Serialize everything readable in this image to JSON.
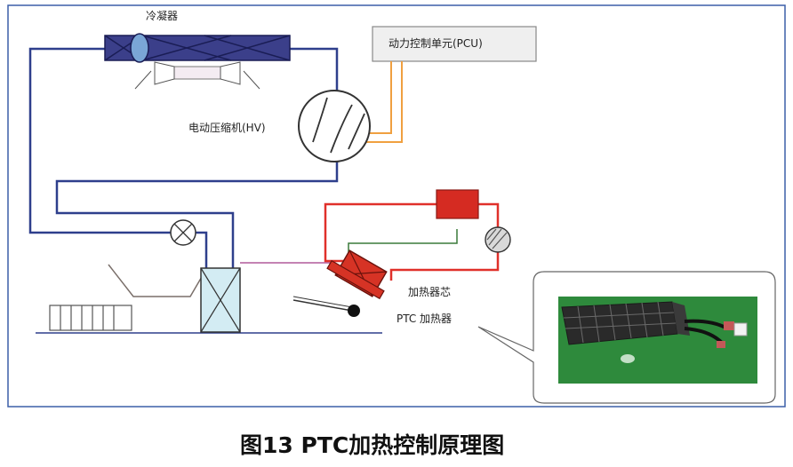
{
  "labels": {
    "condenser": "冷凝器",
    "pcu": "动力控制单元(PCU)",
    "compressor": "电动压缩机(HV)",
    "heater_core": "加热器芯",
    "ptc_heater": "PTC 加热器"
  },
  "caption": "图13 PTC加热控制原理图",
  "colors": {
    "refrigerant_line": "#2e3f8c",
    "coolant_line": "#e0302a",
    "signal_line": "#f0a040",
    "heater_core": "#d63325",
    "pcu_fill": "#efefef",
    "frame_border": "#3b5fa8"
  }
}
